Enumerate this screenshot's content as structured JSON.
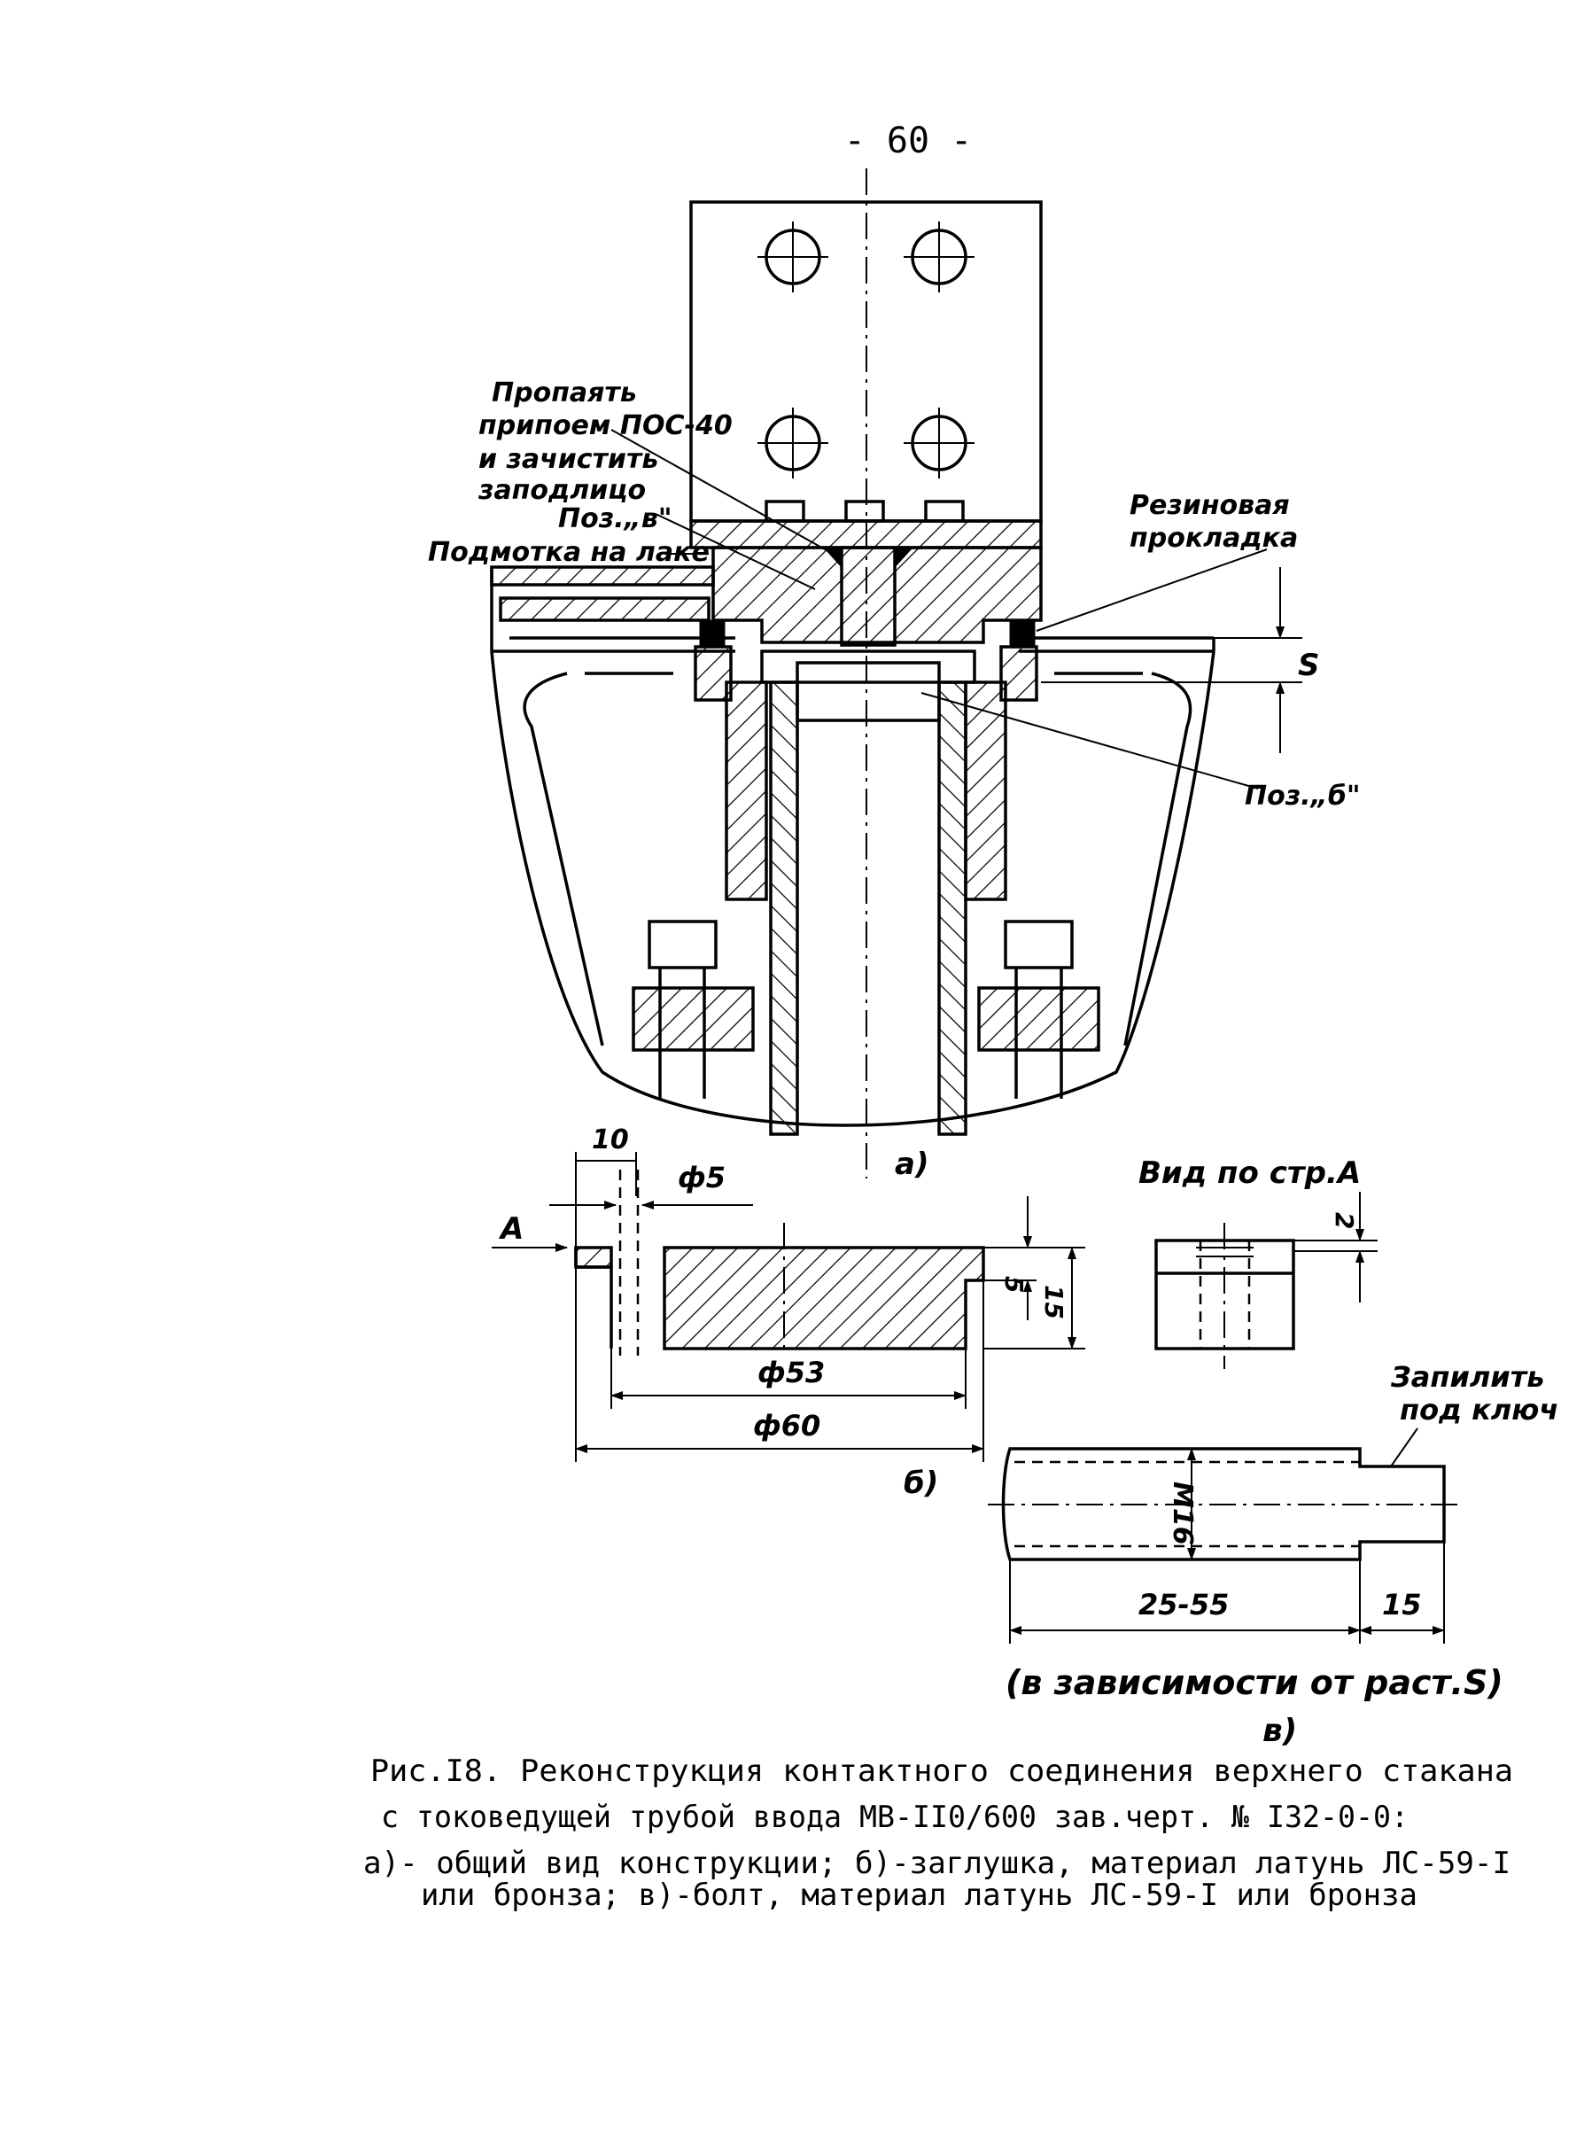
{
  "page_number": "- 60 -",
  "labels": {
    "solder_note_1": "Пропаять",
    "solder_note_2": "припоем ПОС-40",
    "solder_note_3": "и зачистить",
    "solder_note_4": "заподлицо",
    "pos_v": "Поз.„в\"",
    "wrap_note": "Подмотка на лаке",
    "rubber_1": "Резиновая",
    "rubber_2": "прокладка",
    "gap_s": "S",
    "pos_b": "Поз.„б\"",
    "view_a_label": "а)",
    "view_b_label": "б)",
    "view_v_label": "в)",
    "arrow_a": "А",
    "view_from_a": "Вид по стр.А",
    "file_note_1": "Запилить",
    "file_note_2": "под ключ",
    "range_note": "(в зависимости от раст.S)"
  },
  "dimensions": {
    "d10": "10",
    "phi5": "ф5",
    "phi53": "ф53",
    "phi60": "ф60",
    "d5": "5",
    "d15v": "15",
    "d2": "2",
    "m16": "М16",
    "len": "25-55",
    "d15h": "15"
  },
  "caption": {
    "line1": "Рис.I8. Реконструкция контактного соединения верхнего стакана",
    "line2": "с токоведущей трубой ввода МВ-II0/600 зав.черт. № I32-0-0:",
    "line3": "а)- общий вид конструкции; б)-заглушка, материал латунь ЛС-59-I",
    "line4": "или бронза; в)-болт, материал латунь ЛС-59-I или бронза"
  }
}
